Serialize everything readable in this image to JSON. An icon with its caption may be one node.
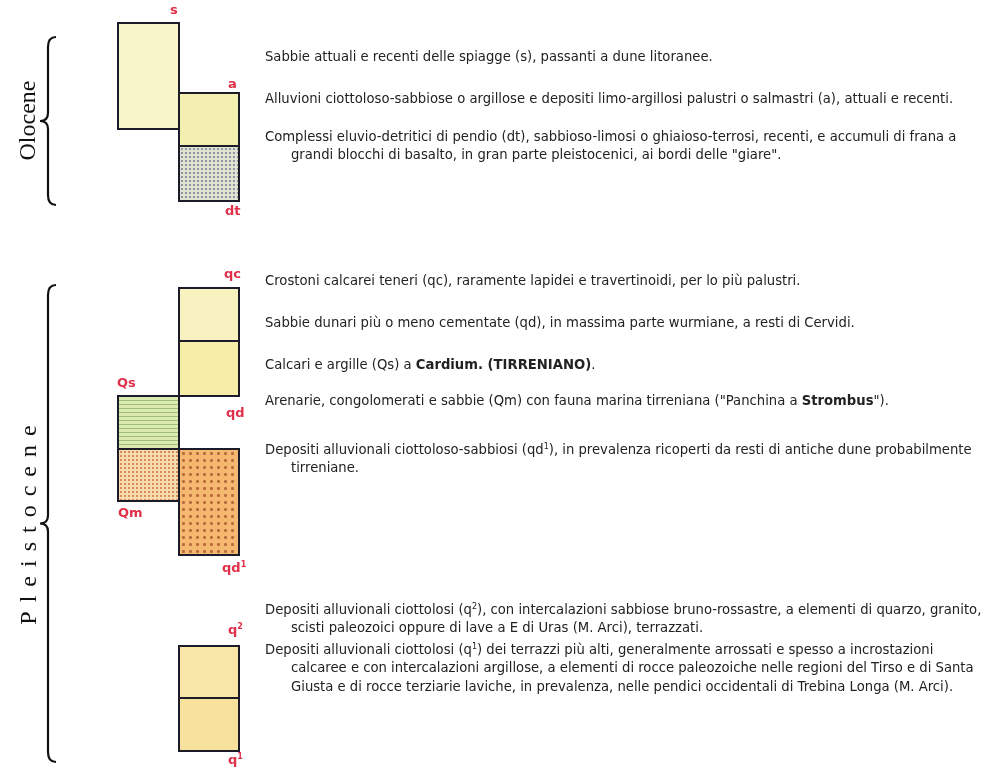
{
  "diagram": {
    "nodes": [
      {
        "text": [],
        "shape": "box",
        "beside": [
          "s"
        ]
      },
      {
        "text": [],
        "shape": "box",
        "beside": [
          "a"
        ]
      },
      {
        "text": [],
        "shape": "box",
        "beside": [
          "dt"
        ]
      },
      {
        "text": [],
        "shape": "box",
        "beside": [
          "qc"
        ]
      },
      {
        "text": [],
        "shape": "box",
        "beside": [
          "qd"
        ]
      },
      {
        "text": [],
        "shape": "box",
        "beside": [
          "Qs"
        ]
      },
      {
        "text": [],
        "shape": "box",
        "beside": [
          "Qm"
        ]
      },
      {
        "text": [],
        "shape": "box",
        "beside": [
          "qd$^{1}$"
        ]
      },
      {
        "text": [],
        "shape": "box",
        "beside": [
          "q$^{2}$"
        ]
      },
      {
        "text": [],
        "shape": "box",
        "beside": [
          "q$^{1}$"
        ]
      }
    ],
    "labels": [
      "Olocene",
      "Pleistocene",
      "Sabbie attuali e recenti delle spiagge (s), passanti a dune litoranee.",
      "Alluvioni ciottoloso-sabbiose o argillose e depositi limo-argillosi palustri o salmastri (a), attuali e recenti.",
      "Complessi eluvio-detritici di pendio (dt), sabbioso-limosi o ghiaioso-terrosi, recenti, e accumuli di frana a grandi blocchi di basalto, in gran parte pleistocenici, ai bordi delle \"giare\".",
      "Crostoni calcarei teneri (qc), raramente lapidei e travertinoidi, per lo più palustri.",
      "Sabbie dunari più o meno cementate (qd), in massima parte wurmiane, a resti di Cervidi.",
      "Calcari e argille (Qs) a **Cardium. (TIRRENIANO)**.",
      "Arenarie, congolomerati e sabbie (Qm) con fauna marina tirreniana (\"Panchina a **Strombus**\").",
      "Depositi alluvionali ciottoloso-sabbiosi (qd$^{1}$), in prevalenza ricoperti da resti di antiche dune probabilmente tirreniane.",
      "Depositi alluvionali ciottolosi (q$^{2}$), con intercalazioni sabbiose bruno-rossastre, a elementi di quarzo, granito, scisti paleozoici oppure di lave a E di Uras (M. Arci), terrazzati.",
      "Depositi alluvionali ciottolosi (q$^{1}$) dei terrazzi più alti, generalmente arrossati e spesso a incrostazioni calcaree e con intercalazioni argillose, a elementi di rocce paleozoiche nelle regioni del Tirso e di Santa Giusta e di rocce terziarie laviche, in prevalenza, nelle pendici occidentali di Trebina Longa (M. Arci)."
    ]
  }
}
